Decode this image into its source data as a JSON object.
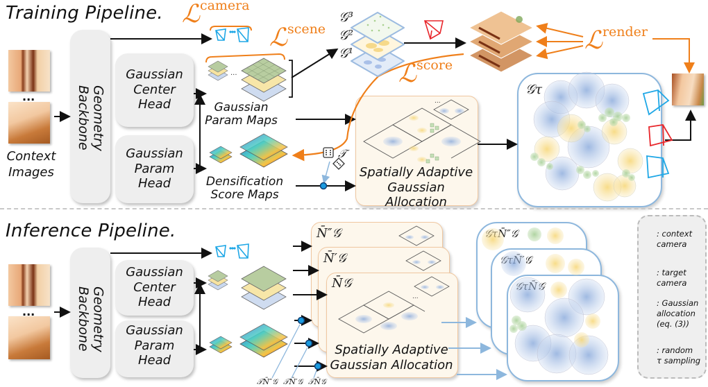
{
  "training": {
    "title": "Training Pipeline.",
    "context_images_label": "Context\nImages",
    "ellipsis": "...",
    "backbone_label": "Geometry\nBackbone",
    "center_head_label": "Gaussian\nCenter\nHead",
    "param_head_label": "Gaussian\nParam\nHead",
    "param_maps_label": "Gaussian\nParam Maps",
    "score_maps_label": "Densification\nScore Maps",
    "allocation_label": "Spatially Adaptive\nGaussian Allocation",
    "loss_camera": {
      "symbol": "L",
      "sup": "camera"
    },
    "loss_scene": {
      "symbol": "L",
      "sup": "scene"
    },
    "loss_score": {
      "symbol": "L",
      "sup": "score"
    },
    "loss_render": {
      "symbol": "L",
      "sup": "render"
    },
    "g_levels": [
      "𝒢³",
      "𝒢²",
      "𝒢¹"
    ],
    "tau_symbol": "𝒯",
    "g_tau_label": "𝒢τ"
  },
  "inference": {
    "title": "Inference Pipeline.",
    "ellipsis": "...",
    "backbone_label": "Geometry\nBackbone",
    "center_head_label": "Gaussian\nCenter\nHead",
    "param_head_label": "Gaussian\nParam\nHead",
    "allocation_label": "Spatially Adaptive\nGaussian Allocation",
    "budget_labels": [
      "N̄″𝒢",
      "N̄′𝒢",
      "N̄𝒢"
    ],
    "g_labels": [
      "𝒢τN̄″𝒢",
      "𝒢τN̄′𝒢",
      "𝒢τN̄𝒢"
    ],
    "tau_labels": [
      "𝒯N̄″𝒢",
      "𝒯N̄′𝒢",
      "𝒯N̄𝒢"
    ]
  },
  "legend": {
    "items": [
      {
        "icon": "context-camera-icon",
        "text": ": context\ncamera",
        "color": "#1ea7e6"
      },
      {
        "icon": "target-camera-icon",
        "text": ": target\ncamera",
        "color": "#e8262b"
      },
      {
        "icon": "gaussian-allocation-icon",
        "text": ": Gaussian\nallocation\n(eq. (3))",
        "color": "#1b9be0"
      },
      {
        "icon": "random-tau-icon",
        "text": ": random\nτ sampling",
        "color": "#999999"
      }
    ]
  },
  "colors": {
    "loss_orange": "#ef7f1a",
    "context_camera": "#1ea7e6",
    "target_camera": "#e8262b",
    "gaussian_blue": "#8db7dd",
    "box_gray": "#eeeeee",
    "alloc_fill": "#fdf7ec"
  }
}
